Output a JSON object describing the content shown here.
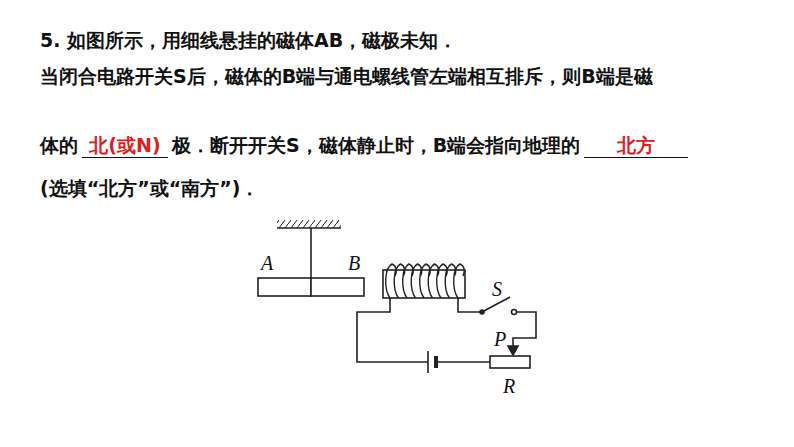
{
  "diagram": {
    "labels": [
      "5. 如图所示，用细线悬挂的磁体AB，磁极未知．",
      "当闭合电路开关S后，磁体的B端与通电螺线管左端相互排斥，则B端是磁",
      "体的",
      "北(或N)",
      "极．断开开关S，磁体静止时，B端会指向地理的",
      "北方",
      "(选填“北方”或“南方”)．",
      "A",
      "B",
      "S",
      "P",
      "R"
    ]
  }
}
